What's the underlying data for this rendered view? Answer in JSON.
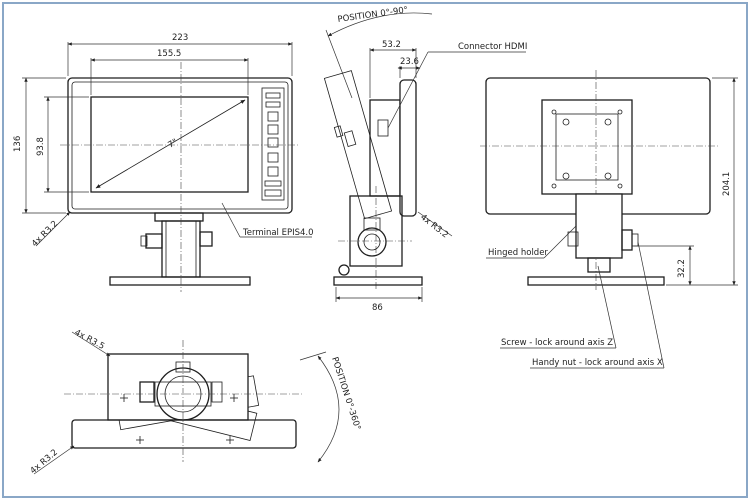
{
  "colors": {
    "border": "#8aa7c7",
    "line": "#1e1e1e",
    "background": "#ffffff"
  },
  "front_view": {
    "dim_total_width": "223",
    "dim_screen_width": "155.5",
    "dim_total_height": "136",
    "dim_screen_height": "93.8",
    "dim_diagonal": "7\"",
    "dim_radius": "4x R3.2",
    "callout_terminal": "Terminal EPIS4.0"
  },
  "side_view": {
    "position_label": "POSITION 0°-90°",
    "dim_depth": "53.2",
    "dim_housing": "23.6",
    "callout_connector": "Connector HDMI",
    "dim_radius": "4x R3.2",
    "dim_base": "86"
  },
  "rear_view": {
    "dim_height": "204.1",
    "dim_holder": "32.2",
    "callout_hinged": "Hinged holder",
    "callout_screw": "Screw - lock around axis Z",
    "callout_nut": "Handy nut - lock around axis X"
  },
  "top_view": {
    "dim_radius_top": "4x R3.5",
    "dim_radius_bottom": "4x R3.2",
    "position_label": "POSITION 0°-360°"
  }
}
